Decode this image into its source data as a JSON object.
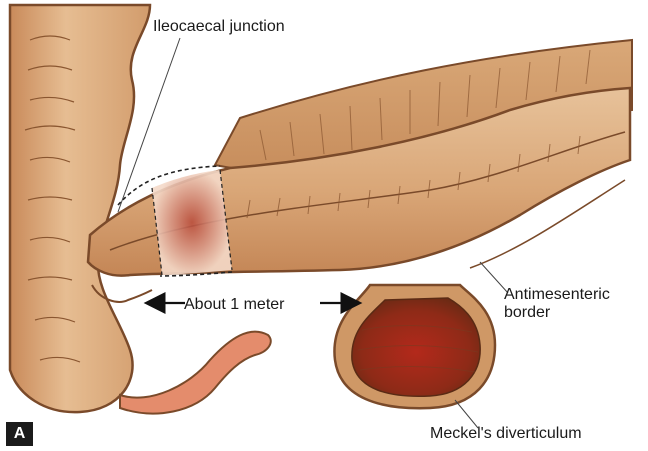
{
  "labels": {
    "ileocaecal_junction": "Ileocaecal junction",
    "distance": "About 1 meter",
    "antimesenteric_border_line1": "Antimesenteric",
    "antimesenteric_border_line2": "border",
    "meckels_diverticulum": "Meckel's diverticulum",
    "panel": "A"
  },
  "colors": {
    "tissue_light": "#e9c39a",
    "tissue_mid": "#d7a274",
    "tissue_dark": "#a86a3f",
    "outline": "#7a4a2a",
    "diverticulum_inner": "#a3281a",
    "appendix": "#e48c6c",
    "badge": "#1b1b1b"
  }
}
